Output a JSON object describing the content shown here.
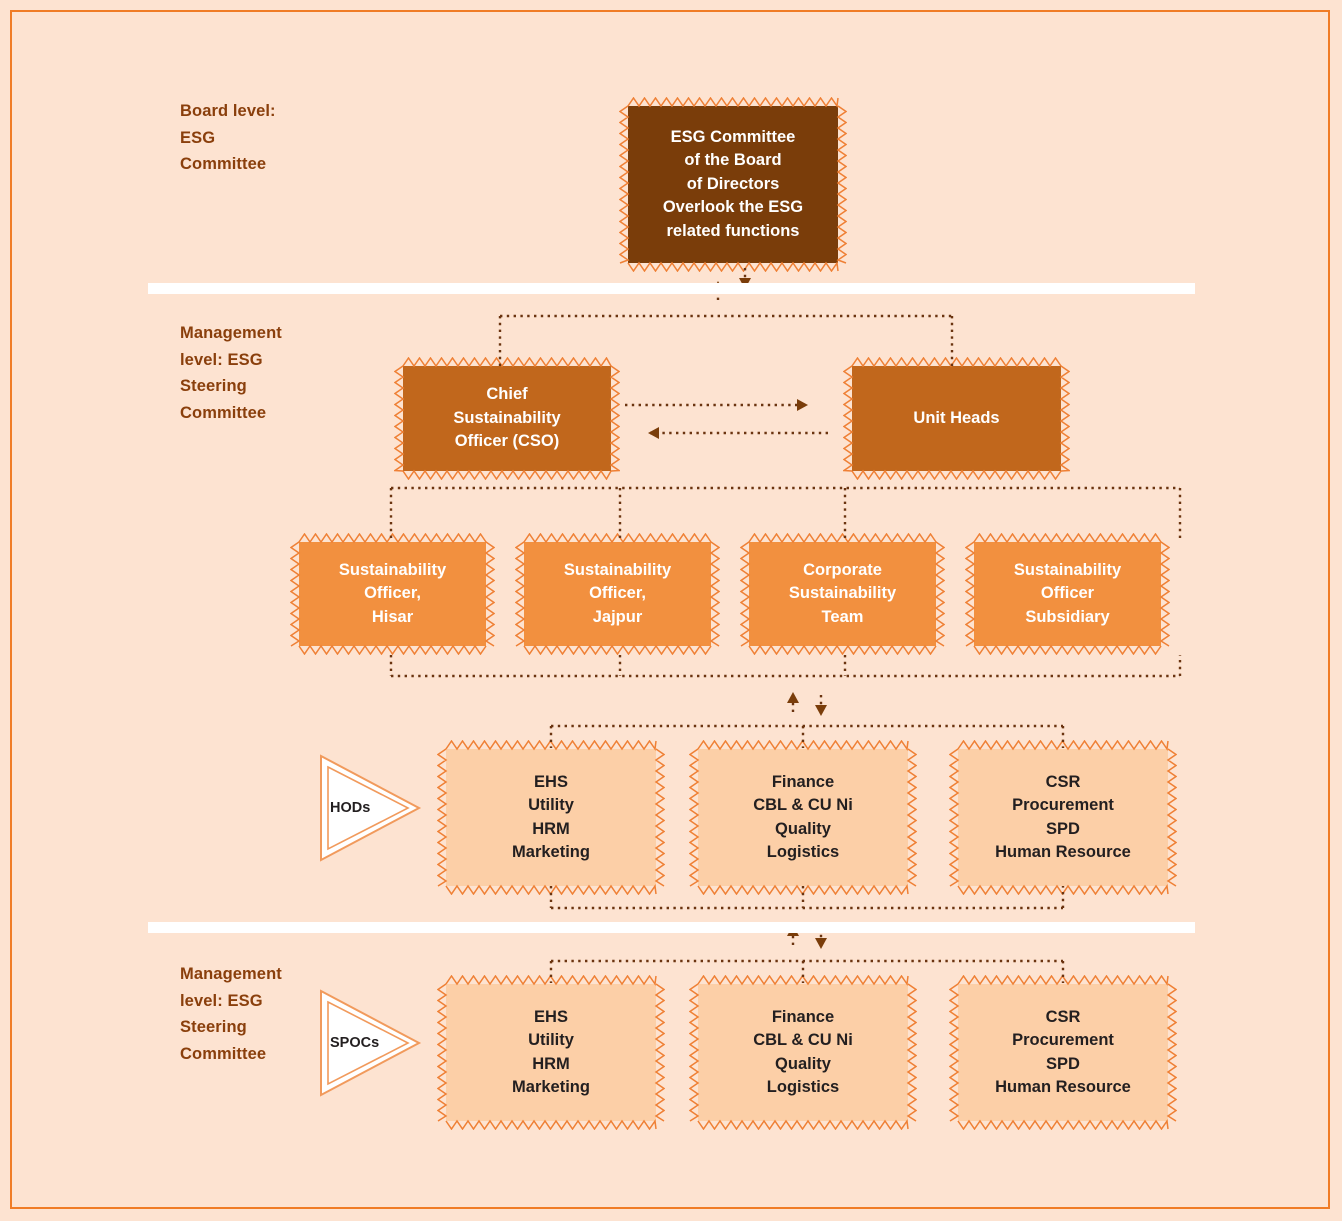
{
  "meta": {
    "title": "ESG Governance Structure",
    "colors": {
      "page_background": "#fde3d1",
      "frame_border": "#f07c26",
      "board_box": "#7a3d0a",
      "management_box": "#c1671c",
      "officer_box": "#f2903f",
      "function_box": "#fccfa7",
      "connector": "#6b3410",
      "zigzag_edge": "#ef8035",
      "label_text": "#8a3f0c",
      "separator": "#ffffff"
    }
  },
  "levels": [
    {
      "id": "board",
      "label": "Board level:\nESG\nCommittee"
    },
    {
      "id": "management",
      "label": "Management\nlevel: ESG\nSteering\nCommittee"
    },
    {
      "id": "management-2",
      "label": "Management\nlevel: ESG\nSteering\nCommittee"
    }
  ],
  "board": {
    "box": {
      "text": "ESG Committee\nof the Board\nof Directors\nOverlook the ESG\nrelated functions"
    }
  },
  "management": {
    "cso": {
      "text": "Chief\nSustainability\nOfficer (CSO)"
    },
    "unit_heads": {
      "text": "Unit Heads"
    }
  },
  "officers": [
    {
      "text": "Sustainability\nOfficer,\nHisar"
    },
    {
      "text": "Sustainability\nOfficer,\nJajpur"
    },
    {
      "text": "Corporate\nSustainability\nTeam"
    },
    {
      "text": "Sustainability\nOfficer\nSubsidiary"
    }
  ],
  "hods": {
    "tag": "HODs",
    "boxes": [
      {
        "text": "EHS\nUtility\nHRM\nMarketing"
      },
      {
        "text": "Finance\nCBL & CU Ni\nQuality\nLogistics"
      },
      {
        "text": "CSR\nProcurement\nSPD\nHuman Resource"
      }
    ]
  },
  "spocs": {
    "tag": "SPOCs",
    "boxes": [
      {
        "text": "EHS\nUtility\nHRM\nMarketing"
      },
      {
        "text": "Finance\nCBL & CU Ni\nQuality\nLogistics"
      },
      {
        "text": "CSR\nProcurement\nSPD\nHuman Resource"
      }
    ]
  }
}
